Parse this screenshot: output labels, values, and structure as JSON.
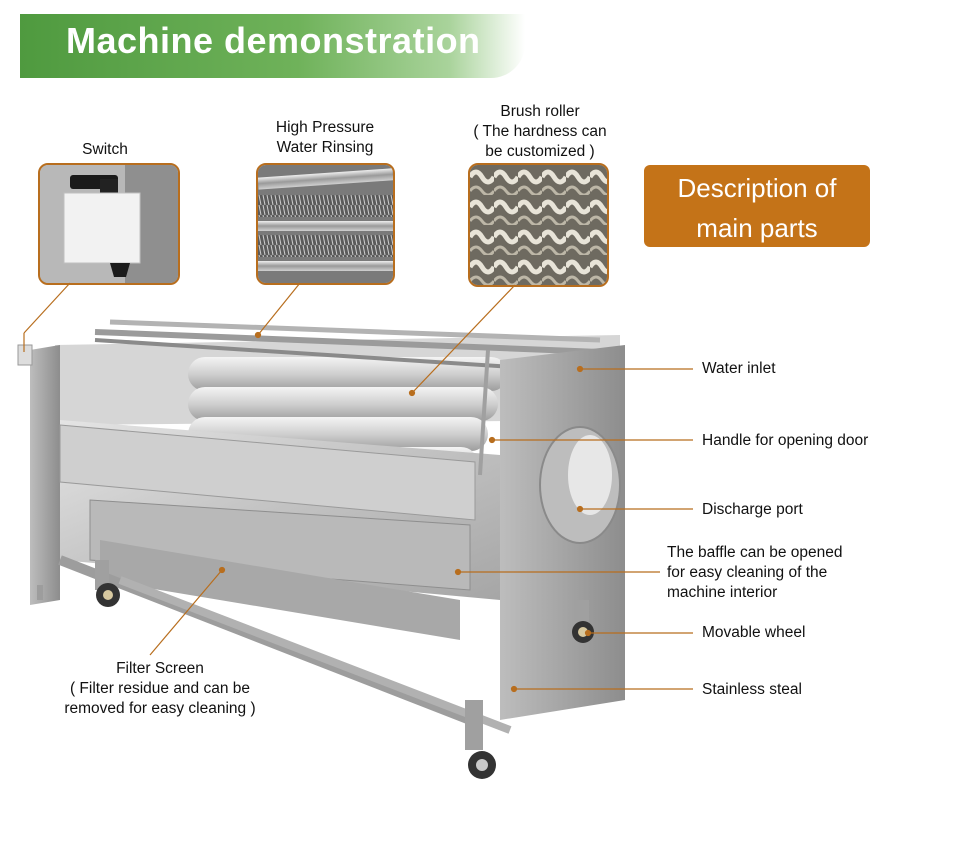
{
  "banner": {
    "title": "Machine demonstration"
  },
  "desc_box": {
    "line1": "Description of",
    "line2": "main parts"
  },
  "callouts": {
    "switch": "Switch",
    "rinsing": {
      "line1": "High Pressure",
      "line2": "Water Rinsing"
    },
    "brush": {
      "line1": "Brush roller",
      "line2": "( The hardness can",
      "line3": "be customized )"
    },
    "water_inlet": "Water inlet",
    "handle": "Handle for opening door",
    "discharge": "Discharge port",
    "baffle": {
      "line1": "The baffle can be opened",
      "line2": "for easy cleaning of the",
      "line3": "machine interior"
    },
    "wheel": "Movable wheel",
    "steel": "Stainless steal",
    "filter": {
      "line1": "Filter Screen",
      "line2": "( Filter residue and can be",
      "line3": "removed for easy cleaning )"
    }
  },
  "colors": {
    "banner_green": "#4f9a3f",
    "accent_orange": "#c47318",
    "leader_line": "#b86e1e"
  }
}
